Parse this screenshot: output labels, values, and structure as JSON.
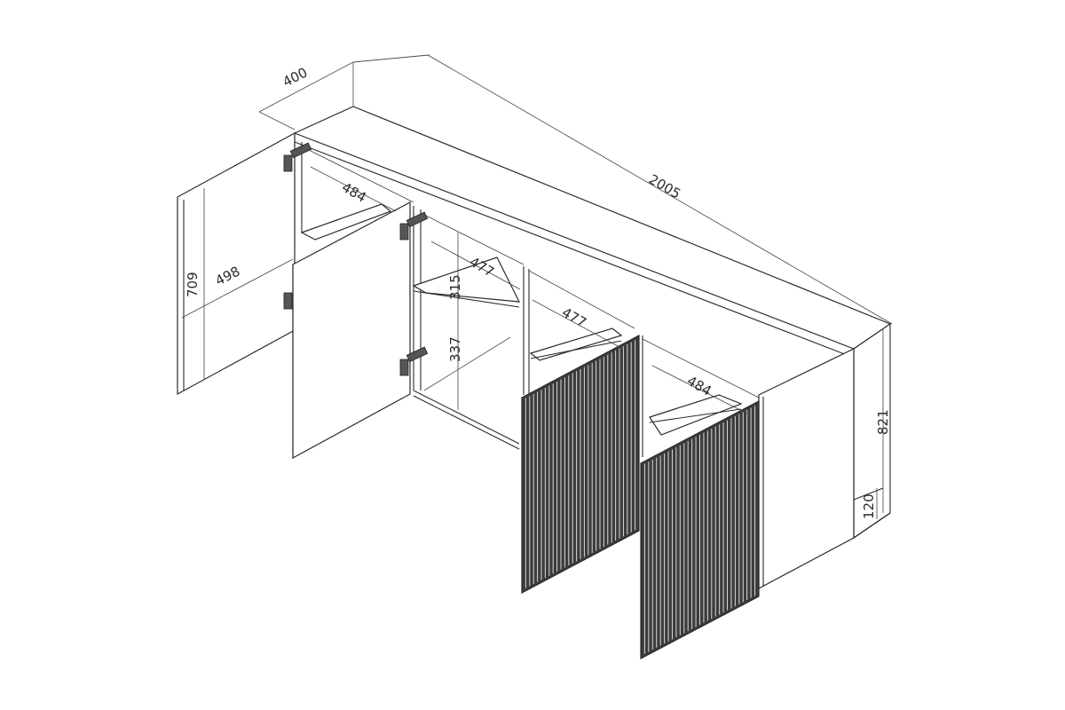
{
  "diagram": {
    "dimensions": {
      "depth": "400",
      "width": "2005",
      "height": "821",
      "plinth": "120",
      "door_height": "709",
      "door_width": "498",
      "shelf_depth_left": "484",
      "shelf_depth_middle_top": "477",
      "shelf_depth_middle_bottom": "477",
      "shelf_depth_right": "484",
      "upper_compartment_height": "315",
      "lower_compartment_height": "337"
    }
  }
}
